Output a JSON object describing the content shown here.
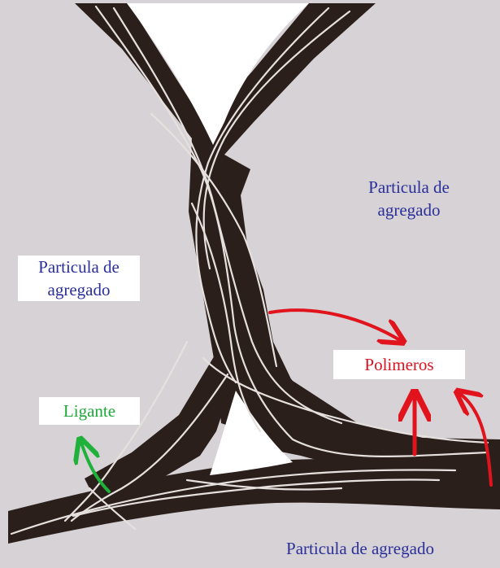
{
  "labels": {
    "aggregate_top_right": "Particula de\nagregado",
    "aggregate_left": "Particula de\nagregado",
    "aggregate_bottom": "Particula de agregado",
    "polymers": "Polimeros",
    "binder": "Ligante"
  },
  "colors": {
    "background": "#d7d2d5",
    "binder_fill": "#2b1f1c",
    "fibers": "#e6e1de",
    "aggregate_text": "#2a2f9a",
    "polymer_arrow": "#e1141e",
    "binder_arrow": "#20b13a",
    "label_box": "#ffffff"
  },
  "icons": {
    "polymer_pointer": "red-curved-arrow-icon",
    "polymer_up": "red-up-arrow-icon",
    "polymer_curved_up": "red-curved-up-arrow-icon",
    "binder_pointer": "green-curved-arrow-icon"
  }
}
